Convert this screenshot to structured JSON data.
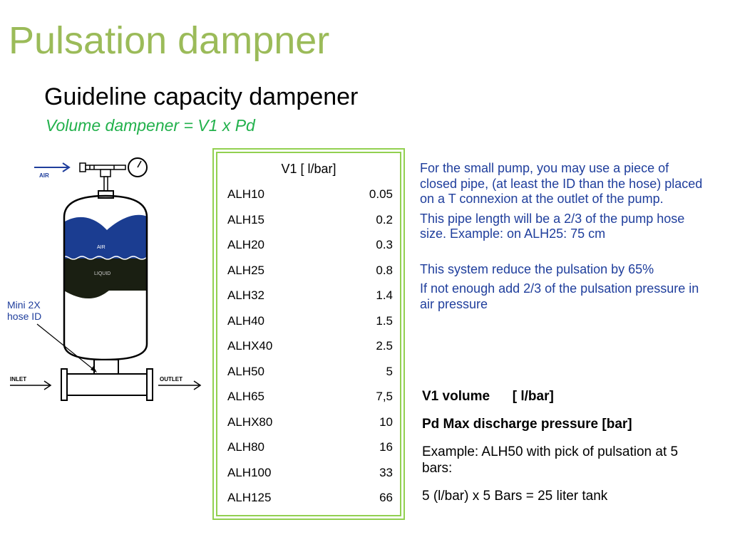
{
  "title": "Pulsation dampner",
  "subtitle": "Guideline capacity dampener",
  "formula": "Volume dampener = V1 x Pd",
  "diagram": {
    "air_label": "AIR",
    "air_zone_label": "AIR",
    "liquid_label": "LIQUID",
    "inlet_label": "INLET",
    "outlet_label": "OUTLET",
    "hose_note_line1": "Mini 2X",
    "hose_note_line2": "hose ID",
    "colors": {
      "air_zone": "#1b3d91",
      "liquid": "#1a1f12",
      "tank_outline": "#000000",
      "arrow": "#1f3e9c"
    }
  },
  "table": {
    "header": "V1 [ l/bar]",
    "rows": [
      {
        "name": "ALH10",
        "value": "0.05"
      },
      {
        "name": "ALH15",
        "value": "0.2"
      },
      {
        "name": "ALH20",
        "value": "0.3"
      },
      {
        "name": "ALH25",
        "value": "0.8"
      },
      {
        "name": "ALH32",
        "value": "1.4"
      },
      {
        "name": "ALH40",
        "value": "1.5"
      },
      {
        "name": "ALHX40",
        "value": "2.5"
      },
      {
        "name": "ALH50",
        "value": "5"
      },
      {
        "name": "ALH65",
        "value": "7,5"
      },
      {
        "name": "ALHX80",
        "value": "10"
      },
      {
        "name": "ALH80",
        "value": "16"
      },
      {
        "name": "ALH100",
        "value": "33"
      },
      {
        "name": "ALH125",
        "value": "66"
      }
    ],
    "border_color": "#92d050"
  },
  "notes": {
    "p1": "For the small pump, you may use a piece of closed pipe, (at least the ID than the hose) placed on a T connexion at the outlet of the pump.",
    "p2": "This pipe length will be a 2/3 of the pump hose size. Example: on ALH25: 75 cm",
    "p3": "This system reduce the pulsation by 65%",
    "p4": "If not enough add 2/3 of the pulsation pressure in air pressure",
    "color": "#1f3e9c"
  },
  "legend": {
    "v1_key": "V1  volume",
    "v1_unit": "[ l/bar]",
    "pd_line": "Pd  Max discharge pressure [bar]",
    "example1": "Example: ALH50 with pick of pulsation at 5 bars:",
    "example2": "5 (l/bar) x 5 Bars = 25 liter tank"
  },
  "colors": {
    "title": "#9bbb59",
    "formula": "#22b14c"
  }
}
